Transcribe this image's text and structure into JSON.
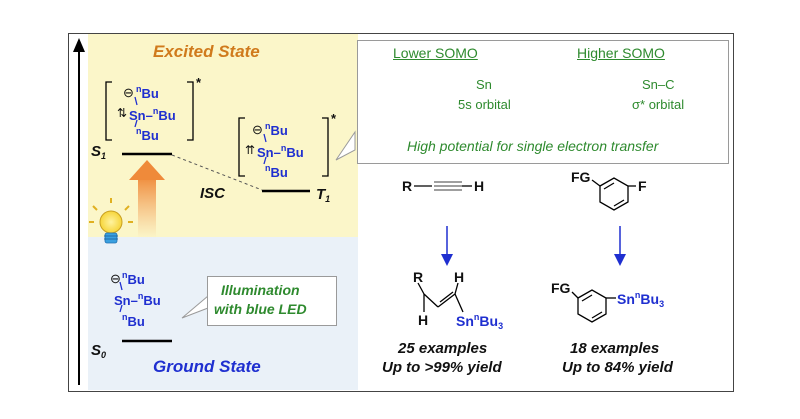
{
  "excited_state": {
    "label": "Excited State"
  },
  "ground_state": {
    "label": "Ground State"
  },
  "levels": {
    "s1": "S",
    "s1_sub": "1",
    "t1": "T",
    "t1_sub": "1",
    "s0": "S",
    "s0_sub": "0",
    "isc": "ISC"
  },
  "anion": {
    "charge": "⊖",
    "substituent_n": "n",
    "substituent": "Bu",
    "center": "Sn",
    "bond": "–",
    "star": "*",
    "spin_singlet": "⇅",
    "spin_triplet": "⇈"
  },
  "illumination": {
    "line1": "Illumination",
    "line2": "with blue LED"
  },
  "orbitals": {
    "lower": {
      "title": "Lower SOMO",
      "desc1": "Sn",
      "desc2": "5s orbital"
    },
    "higher": {
      "title": "Higher SOMO",
      "desc1": "Sn–C",
      "desc2": "σ* orbital"
    },
    "caption": "High potential for single electron transfer"
  },
  "reaction1": {
    "r": "R",
    "h": "H",
    "product_r": "R",
    "product_h1": "H",
    "product_h2": "H",
    "product_sn": "Sn",
    "product_n": "n",
    "product_bu": "Bu",
    "product_3": "3",
    "examples": "25 examples",
    "yield": "Up to >99% yield"
  },
  "reaction2": {
    "fg": "FG",
    "f": "F",
    "product_fg": "FG",
    "product_sn": "Sn",
    "product_n": "n",
    "product_bu": "Bu",
    "product_3": "3",
    "examples": "18 examples",
    "yield": "Up to 84% yield"
  },
  "colors": {
    "blue": "#1f2fd0",
    "orange": "#d07a1c",
    "green": "#2e8a2e",
    "excited_bg": "#fbf6c9",
    "ground_bg": "#eaf1f8"
  }
}
